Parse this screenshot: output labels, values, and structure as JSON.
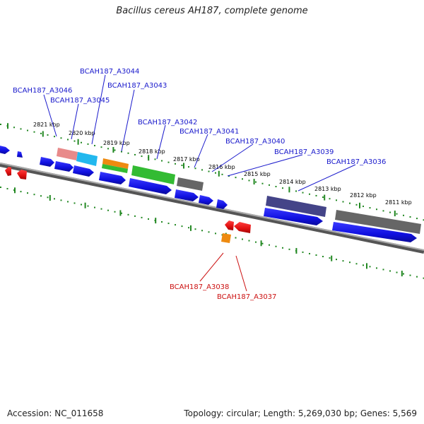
{
  "title": "Bacillus cereus AH187, complete genome",
  "footer": {
    "accession": "Accession: NC_011658",
    "topology": "Topology: circular; Length: 5,269,030 bp; Genes: 5,569"
  },
  "colors": {
    "forward_gene": "#1010e0",
    "reverse_gene": "#e01010",
    "backbone": "#777777",
    "ticks": "#228822",
    "label_forward": "#1a1acc",
    "label_reverse": "#cc1111",
    "highlight_pink": "#e88a8a",
    "highlight_cyan": "#22b8ee",
    "highlight_orange": "#ee8a10",
    "highlight_green": "#33bb33",
    "highlight_grey": "#666666",
    "highlight_slate": "#444488"
  },
  "chart_data": {
    "type": "genome-map",
    "kbp_ticks": [
      {
        "label": "2821 kbp",
        "value": 2821
      },
      {
        "label": "2820 kbp",
        "value": 2820
      },
      {
        "label": "2819 kbp",
        "value": 2819
      },
      {
        "label": "2818 kbp",
        "value": 2818
      },
      {
        "label": "2817 kbp",
        "value": 2817
      },
      {
        "label": "2816 kbp",
        "value": 2816
      },
      {
        "label": "2815 kbp",
        "value": 2815
      },
      {
        "label": "2814 kbp",
        "value": 2814
      },
      {
        "label": "2813 kbp",
        "value": 2813
      },
      {
        "label": "2812 kbp",
        "value": 2812
      },
      {
        "label": "2811 kbp",
        "value": 2811
      }
    ],
    "gene_labels_forward": [
      "BCAH187_A3044",
      "BCAH187_A3046",
      "BCAH187_A3045",
      "BCAH187_A3043",
      "BCAH187_A3042",
      "BCAH187_A3041",
      "BCAH187_A3040",
      "BCAH187_A3039",
      "BCAH187_A3036"
    ],
    "gene_labels_reverse": [
      "BCAH187_A3038",
      "BCAH187_A3037"
    ]
  }
}
